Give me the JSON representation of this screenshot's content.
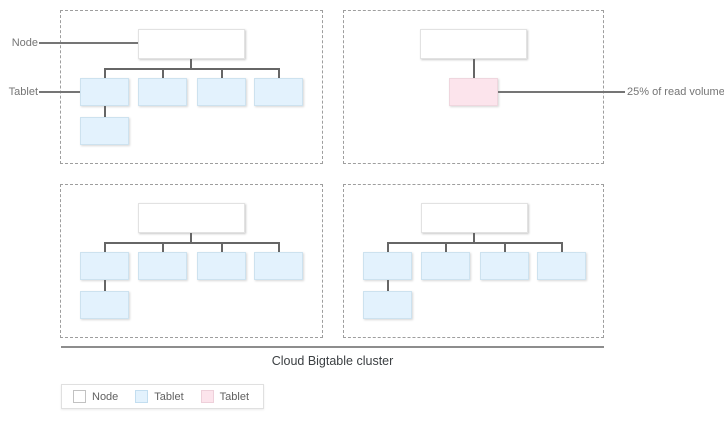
{
  "labels": {
    "node": "Node",
    "tablet": "Tablet",
    "read_volume": "25% of read volume"
  },
  "cluster_label": "Cloud Bigtable cluster",
  "legend": {
    "items": [
      {
        "label": "Node",
        "color": "#ffffff",
        "swatch_style": "background:#ffffff;border-color:#c2c2c2"
      },
      {
        "label": "Tablet",
        "color": "#e3f2fd",
        "swatch_style": "background:#e3f2fd;border-color:#c3def0"
      },
      {
        "label": "Tablet",
        "color": "#fce4ec",
        "swatch_style": "background:#fce4ec;border-color:#eed0da"
      }
    ]
  },
  "colors": {
    "node_fill": "#ffffff",
    "tablet_fill": "#e3f2fd",
    "hot_tablet_fill": "#fce4ec",
    "connector": "#666666",
    "dashed_border": "#9e9e9e",
    "label_text": "#757575",
    "cluster_text": "#3c4043"
  },
  "structure": {
    "node_groups": [
      {
        "id": 1,
        "node_count": 1,
        "blue_tablets": 5,
        "pink_tablets": 0
      },
      {
        "id": 2,
        "node_count": 1,
        "blue_tablets": 0,
        "pink_tablets": 1,
        "annotation": "25% of read volume"
      },
      {
        "id": 3,
        "node_count": 1,
        "blue_tablets": 5,
        "pink_tablets": 0
      },
      {
        "id": 4,
        "node_count": 1,
        "blue_tablets": 5,
        "pink_tablets": 0
      }
    ]
  }
}
